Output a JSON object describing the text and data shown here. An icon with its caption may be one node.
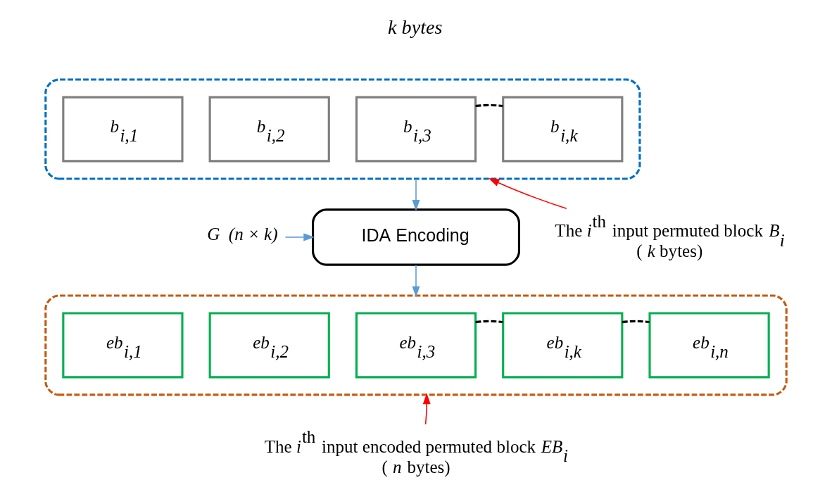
{
  "diagram": {
    "nodes": [
      {
        "text": [],
        "shape": "box"
      },
      {
        "text": [
          "*b*$_{i,1}$"
        ],
        "in": 0
      },
      {
        "text": [
          "*b*$_{i,2}$"
        ],
        "in": 0
      },
      {
        "text": [
          "*b*$_{i,3}$"
        ],
        "in": 0
      },
      {
        "text": [
          "*b*$_{i,k}$"
        ],
        "in": 0
      },
      {
        "text": [
          "IDA Encoding"
        ]
      },
      {
        "text": [
          "*G  (n × k)*"
        ]
      },
      {
        "text": [],
        "shape": "box"
      },
      {
        "text": [
          "*eb*$_{i,1}$"
        ],
        "in": 7
      },
      {
        "text": [
          "*eb*$_{i,2}$"
        ],
        "in": 7
      },
      {
        "text": [
          "*eb*$_{i,3}$"
        ],
        "in": 7
      },
      {
        "text": [
          "*eb*$_{i,k}$"
        ],
        "in": 7
      },
      {
        "text": [
          "*eb*$_{i,n}$"
        ],
        "in": 7
      },
      {
        "text": [
          "The *i*$^{th}$ input permuted block *B*$_{i}$",
          "( *k* bytes)"
        ]
      },
      {
        "text": [
          "The *i*$^{th}$ input encoded permuted block *EB*$_{i}$",
          "( *n* bytes)"
        ]
      }
    ],
    "edges": [
      {
        "from": 3,
        "to": 4,
        "arrow": "none",
        "style": "dashed"
      },
      {
        "from": 0,
        "to": 5,
        "arrow": "to",
        "color": "#5b9bd5"
      },
      {
        "from": 6,
        "to": 5,
        "arrow": "to",
        "color": "#5b9bd5"
      },
      {
        "from": 5,
        "to": 7,
        "arrow": "to",
        "color": "#5b9bd5"
      },
      {
        "from": 10,
        "to": 11,
        "arrow": "none",
        "style": "dashed"
      },
      {
        "from": 11,
        "to": 12,
        "arrow": "none",
        "style": "dashed"
      },
      {
        "from": 13,
        "to": 0,
        "arrow": "to",
        "color": "#ff0000"
      },
      {
        "from": 14,
        "to": 7,
        "arrow": "to",
        "color": "#ff0000"
      }
    ],
    "labels": [
      "*k bytes*"
    ]
  }
}
